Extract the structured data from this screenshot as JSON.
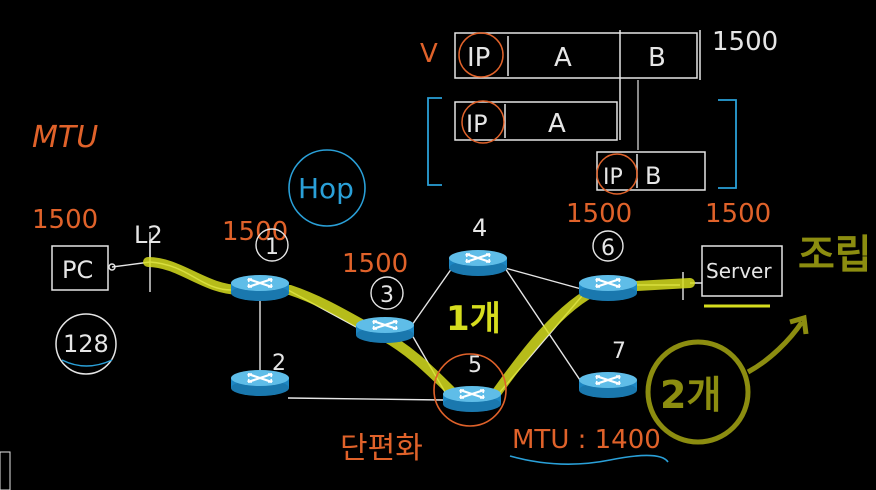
{
  "colors": {
    "background": "#000000",
    "white_ink": "#e6e6e6",
    "orange_ink": "#e0622a",
    "blue_ink": "#2aa0d8",
    "highlight": "#d6dd1e",
    "olive_ink": "#8c8d10",
    "router_top": "#5fbde8",
    "router_side": "#1d86c2"
  },
  "labels": {
    "mtu_title": "MTU",
    "pc": "PC",
    "server": "Server",
    "hop": "Hop",
    "ttl": "128",
    "link_l2": "L2",
    "mtu_router1": "1500",
    "mtu_pc": "1500",
    "mtu_router3": "1500",
    "mtu_router6": "1500",
    "mtu_server": "1500",
    "router1": "1",
    "router2": "2",
    "router3": "3",
    "router4": "4",
    "router5": "5",
    "router6": "6",
    "router7": "7",
    "mtu_1400": "MTU : 1400",
    "fragmentation": "단편화",
    "frag_count_1": "1개",
    "frag_count_2": "2개",
    "reassembly": "조립"
  },
  "packets": {
    "original": {
      "header": "IP",
      "segments": [
        "A",
        "B"
      ],
      "size": "1500",
      "marker": "V"
    },
    "fragment_1": {
      "header": "IP",
      "segment": "A"
    },
    "fragment_2": {
      "header": "IP",
      "segment": "B"
    }
  },
  "icons": [
    "router-icon",
    "pc-box",
    "server-box"
  ]
}
